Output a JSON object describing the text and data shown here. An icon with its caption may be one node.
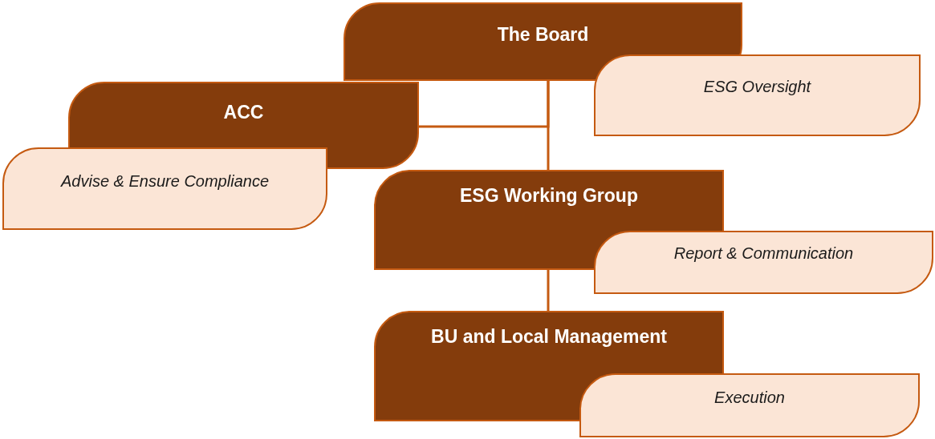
{
  "diagram": {
    "nodes": [
      {
        "text": [
          "The Board"
        ]
      },
      {
        "text": [
          "ESG Oversight"
        ]
      },
      {
        "text": [
          "ACC"
        ]
      },
      {
        "text": [
          "Advise & Ensure Compliance"
        ]
      },
      {
        "text": [
          "ESG Working Group"
        ]
      },
      {
        "text": [
          "Report & Communication"
        ]
      },
      {
        "text": [
          "BU and Local Management"
        ]
      },
      {
        "text": [
          "Execution"
        ]
      }
    ],
    "edges": [
      {
        "from": 0,
        "to": 2,
        "arrow": "none"
      },
      {
        "from": 0,
        "to": 4,
        "arrow": "none"
      },
      {
        "from": 4,
        "to": 6,
        "arrow": "none"
      }
    ]
  }
}
